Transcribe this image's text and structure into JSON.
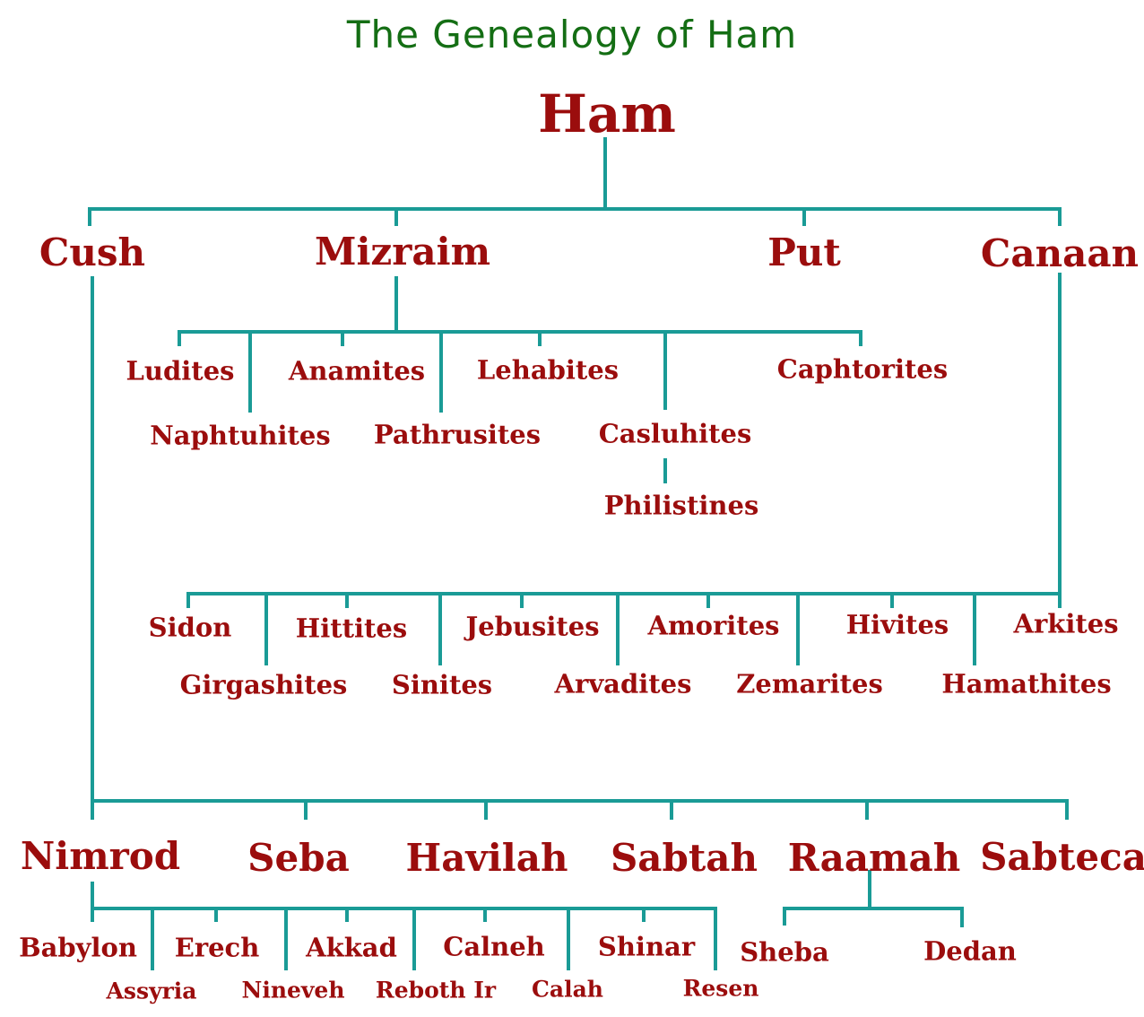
{
  "title": "The Genealogy of Ham",
  "root": "Ham",
  "sons": {
    "cush": "Cush",
    "mizraim": "Mizraim",
    "put": "Put",
    "canaan": "Canaan"
  },
  "mizraim_sons": {
    "ludites": "Ludites",
    "naphtuhites": "Naphtuhites",
    "anamites": "Anamites",
    "pathrusites": "Pathrusites",
    "lehabites": "Lehabites",
    "casluhites": "Casluhites",
    "philistines": "Philistines",
    "caphtorites": "Caphtorites"
  },
  "canaan_sons": {
    "sidon": "Sidon",
    "girgashites": "Girgashites",
    "hittites": "Hittites",
    "sinites": "Sinites",
    "jebusites": "Jebusites",
    "arvadites": "Arvadites",
    "amorites": "Amorites",
    "zemarites": "Zemarites",
    "hivites": "Hivites",
    "hamathites": "Hamathites",
    "arkites": "Arkites"
  },
  "cush_sons": {
    "nimrod": "Nimrod",
    "seba": "Seba",
    "havilah": "Havilah",
    "sabtah": "Sabtah",
    "raamah": "Raamah",
    "sabteca": "Sabteca"
  },
  "nimrod_places": {
    "babylon": "Babylon",
    "assyria": "Assyria",
    "erech": "Erech",
    "nineveh": "Nineveh",
    "akkad": "Akkad",
    "reboth_ir": "Reboth Ir",
    "calneh": "Calneh",
    "calah": "Calah",
    "shinar": "Shinar",
    "resen": "Resen"
  },
  "raamah_sons": {
    "sheba": "Sheba",
    "dedan": "Dedan"
  },
  "colors": {
    "title": "#146e14",
    "names": "#9b0d0d",
    "lines": "#1a9b96"
  }
}
